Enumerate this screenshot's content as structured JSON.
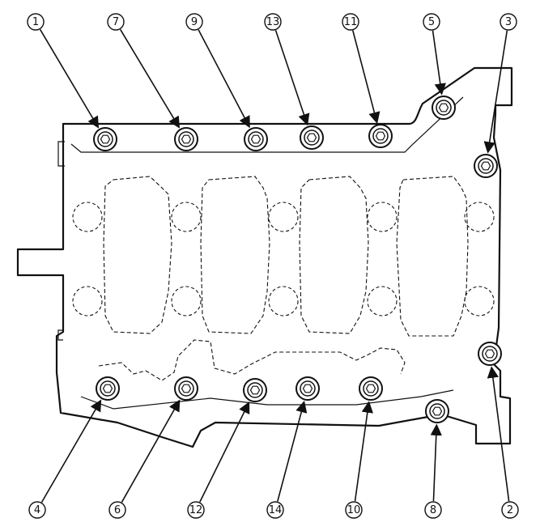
{
  "bolts": [
    {
      "label": "1"
    },
    {
      "label": "7"
    },
    {
      "label": "9"
    },
    {
      "label": "13"
    },
    {
      "label": "11"
    },
    {
      "label": "5"
    },
    {
      "label": "3"
    },
    {
      "label": "4"
    },
    {
      "label": "6"
    },
    {
      "label": "12"
    },
    {
      "label": "14"
    },
    {
      "label": "10"
    },
    {
      "label": "8"
    },
    {
      "label": "2"
    }
  ]
}
